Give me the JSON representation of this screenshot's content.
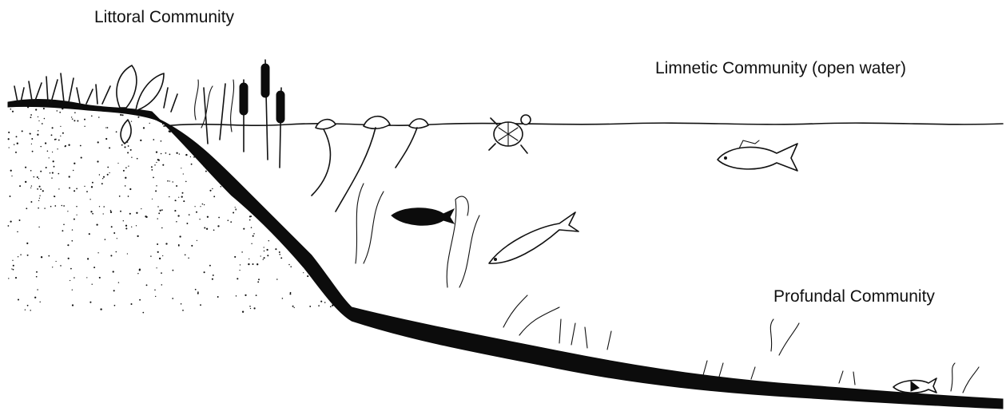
{
  "labels": {
    "littoral": "Littoral Community",
    "limnetic": "Limnetic Community (open water)",
    "profundal": "Profundal Community"
  },
  "colors": {
    "background": "#ffffff",
    "ink": "#111111",
    "sediment": "#0c0c0c"
  },
  "illustration": {
    "style": "black-and-white line drawing",
    "subject": "lake cross-section"
  }
}
